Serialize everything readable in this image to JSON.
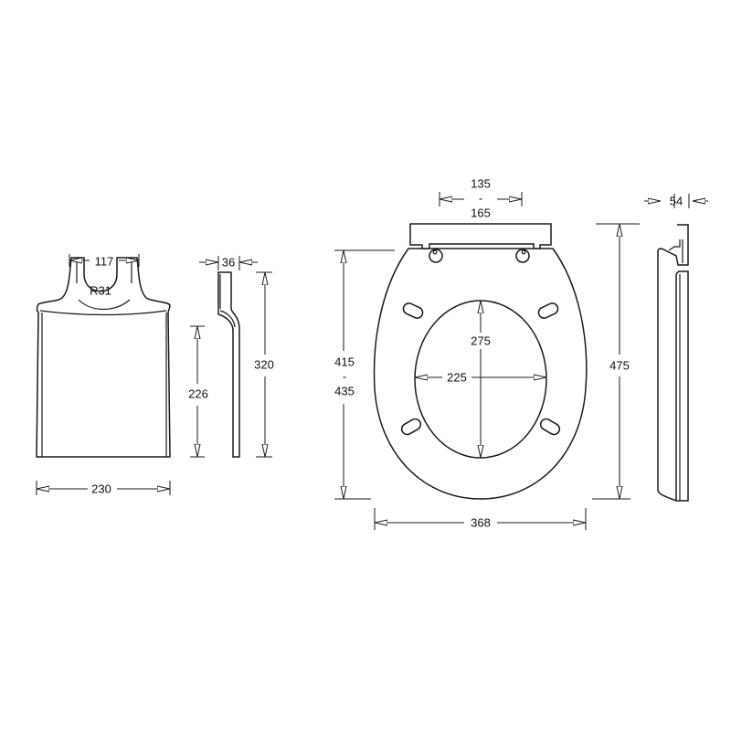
{
  "colors": {
    "line": "#1a1a1a",
    "background": "#ffffff"
  },
  "lid_front": {
    "top_width": "117",
    "notch_radius": "R31",
    "width": "230"
  },
  "lid_side": {
    "thickness": "36",
    "lower_height": "226",
    "height": "320"
  },
  "seat_front": {
    "hinge_width_min": "135",
    "hinge_width_sep": "-",
    "hinge_width_max": "165",
    "length_min": "415",
    "length_sep": "-",
    "length_max": "435",
    "opening_length": "275",
    "opening_width": "225",
    "overall_length": "475",
    "width": "368"
  },
  "seat_side": {
    "thickness": "54"
  }
}
